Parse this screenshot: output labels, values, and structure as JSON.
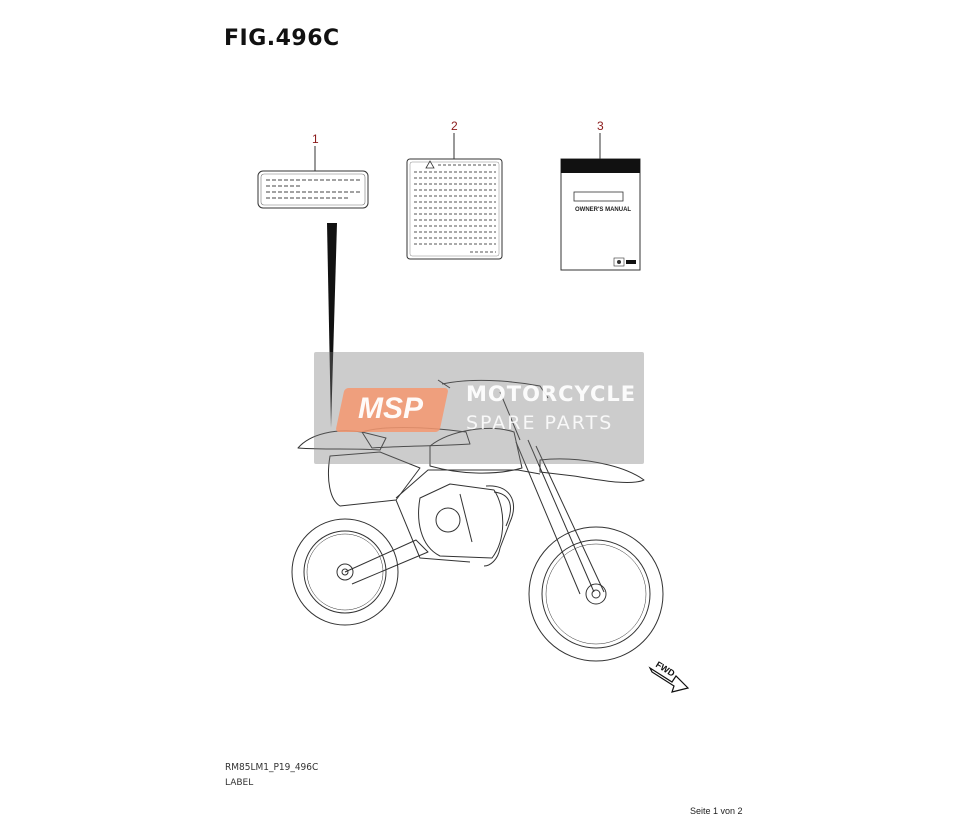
{
  "figure": {
    "title": "FIG.496C"
  },
  "callouts": [
    "1",
    "2",
    "3"
  ],
  "manual": {
    "title": "OWNER'S MANUAL"
  },
  "direction": {
    "label": "FWD"
  },
  "watermark": {
    "logo": "MSP",
    "line1": "MOTORCYCLE",
    "line2": "SPARE PARTS"
  },
  "footer": {
    "code": "RM85LM1_P19_496C",
    "sublabel": "LABEL",
    "pager": "Seite 1 von 2"
  },
  "colors": {
    "callout": "#8b1a1a",
    "line": "#333333",
    "watermark_bg": "#787878",
    "watermark_logo": "#f5966e"
  }
}
